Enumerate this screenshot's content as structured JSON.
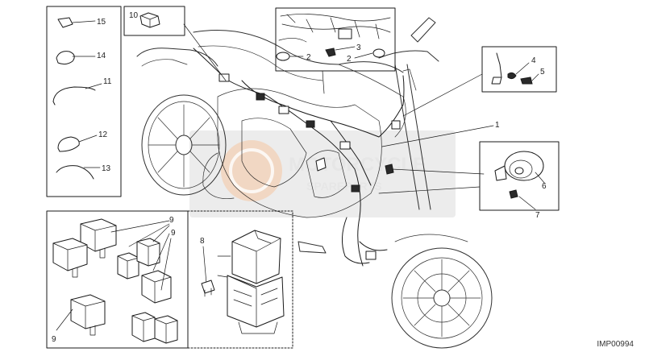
{
  "watermark": {
    "brand_line_1": "MOTORCYCLE",
    "brand_line_2": "SPAREPARTS",
    "badge_color": "#e8e8e8",
    "accent_color": "#f4c9a8"
  },
  "diagram_code": "IMP00994",
  "callouts": {
    "c1": "1",
    "c2a": "2",
    "c2b": "2",
    "c3": "3",
    "c4": "4",
    "c5": "5",
    "c6": "6",
    "c7": "7",
    "c8": "8",
    "c9a": "9",
    "c9b": "9",
    "c9c": "9",
    "c10": "10",
    "c11": "11",
    "c12": "12",
    "c13": "13",
    "c14": "14",
    "c15": "15"
  }
}
